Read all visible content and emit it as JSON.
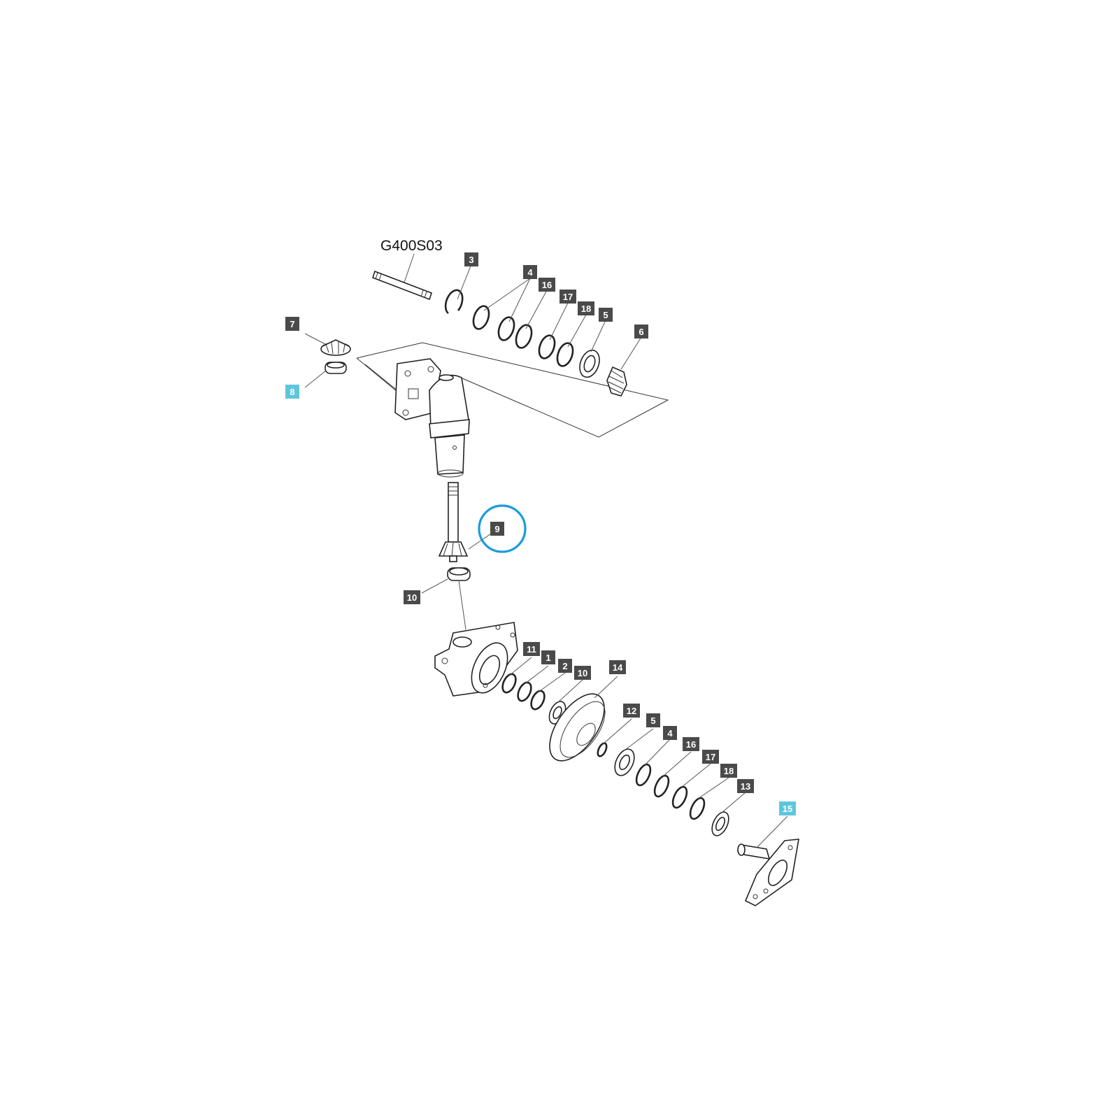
{
  "diagram": {
    "reference_code": "G400S03",
    "highlight_color": "#5ec6dc",
    "badge_color": "#4a4a4a",
    "circle_color": "#1a9ae0",
    "callouts": [
      {
        "id": "c3",
        "label": "3",
        "highlighted": false
      },
      {
        "id": "c4a",
        "label": "4",
        "highlighted": false
      },
      {
        "id": "c16a",
        "label": "16",
        "highlighted": false
      },
      {
        "id": "c17a",
        "label": "17",
        "highlighted": false
      },
      {
        "id": "c18a",
        "label": "18",
        "highlighted": false
      },
      {
        "id": "c5a",
        "label": "5",
        "highlighted": false
      },
      {
        "id": "c6",
        "label": "6",
        "highlighted": false
      },
      {
        "id": "c7",
        "label": "7",
        "highlighted": false
      },
      {
        "id": "c8",
        "label": "8",
        "highlighted": true
      },
      {
        "id": "c9",
        "label": "9",
        "highlighted": false,
        "circled": true
      },
      {
        "id": "c10a",
        "label": "10",
        "highlighted": false
      },
      {
        "id": "c11",
        "label": "11",
        "highlighted": false
      },
      {
        "id": "c1",
        "label": "1",
        "highlighted": false
      },
      {
        "id": "c2",
        "label": "2",
        "highlighted": false
      },
      {
        "id": "c10b",
        "label": "10",
        "highlighted": false
      },
      {
        "id": "c14",
        "label": "14",
        "highlighted": false
      },
      {
        "id": "c12",
        "label": "12",
        "highlighted": false
      },
      {
        "id": "c5b",
        "label": "5",
        "highlighted": false
      },
      {
        "id": "c4b",
        "label": "4",
        "highlighted": false
      },
      {
        "id": "c16b",
        "label": "16",
        "highlighted": false
      },
      {
        "id": "c17b",
        "label": "17",
        "highlighted": false
      },
      {
        "id": "c18b",
        "label": "18",
        "highlighted": false
      },
      {
        "id": "c13",
        "label": "13",
        "highlighted": false
      },
      {
        "id": "c15",
        "label": "15",
        "highlighted": true
      }
    ]
  }
}
